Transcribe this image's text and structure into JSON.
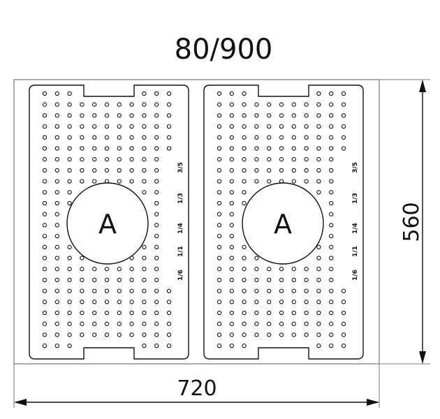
{
  "title": "80/900",
  "dimensions": {
    "width": "720",
    "height": "560"
  },
  "zones": [
    {
      "label": "A",
      "side_labels": [
        "1/6",
        "1/1",
        "1/4",
        "1/3",
        "3/5"
      ]
    },
    {
      "label": "A",
      "side_labels": [
        "1/6",
        "1/1",
        "1/4",
        "1/3",
        "3/5"
      ]
    }
  ],
  "colors": {
    "line": "#111111",
    "outline": "#777777",
    "fill": "#ffffff"
  }
}
